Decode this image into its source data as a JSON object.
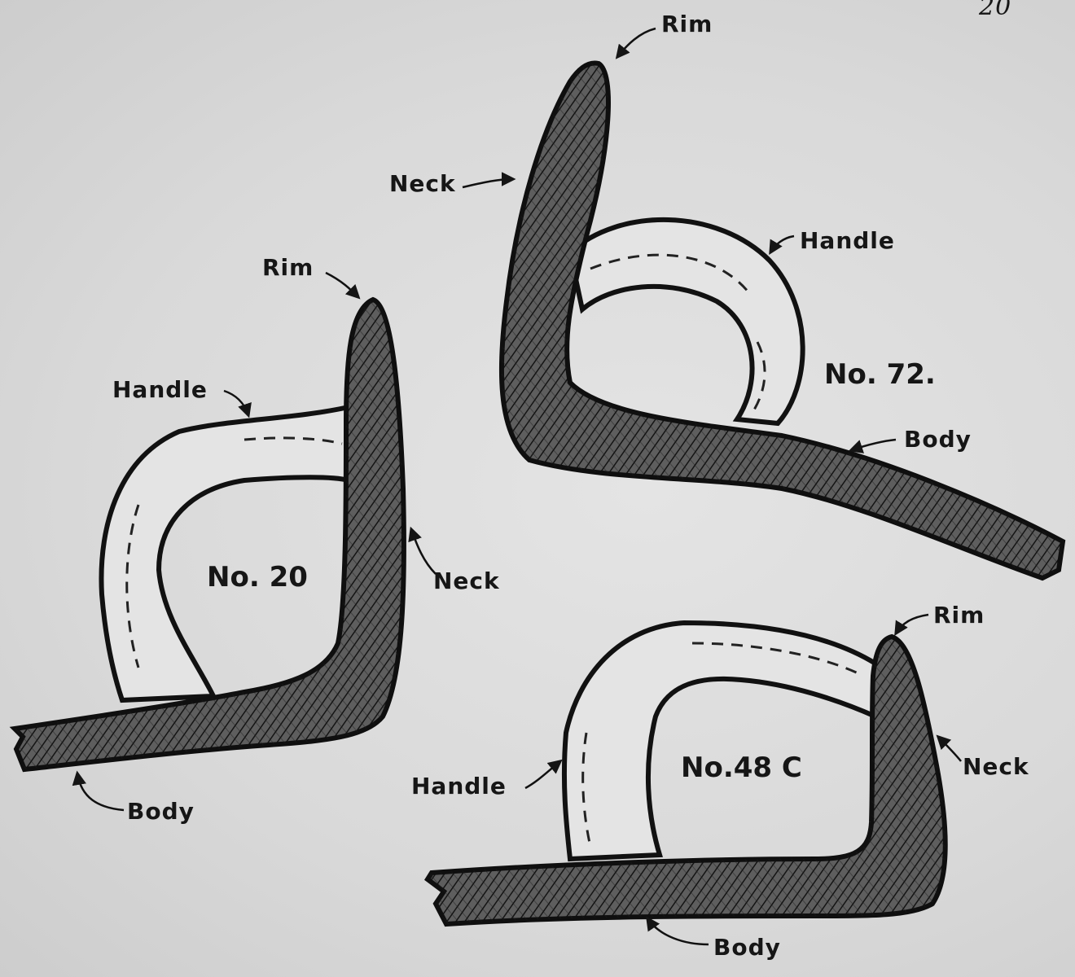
{
  "page_number": "20",
  "colors": {
    "paper": "#dcdcdc",
    "hatch": "#111111",
    "body_fill": "#5a5a5a",
    "handle_fill": "#e2e2e2"
  },
  "figures": [
    {
      "id": "no-72",
      "title": "No. 72.",
      "labels": {
        "rim": "Rim",
        "neck": "Neck",
        "handle": "Handle",
        "body": "Body"
      }
    },
    {
      "id": "no-20",
      "title": "No. 20",
      "labels": {
        "rim": "Rim",
        "neck": "Neck",
        "handle": "Handle",
        "body": "Body"
      }
    },
    {
      "id": "no-48c",
      "title": "No.48 C",
      "labels": {
        "rim": "Rim",
        "neck": "Neck",
        "handle": "Handle",
        "body": "Body"
      }
    }
  ]
}
